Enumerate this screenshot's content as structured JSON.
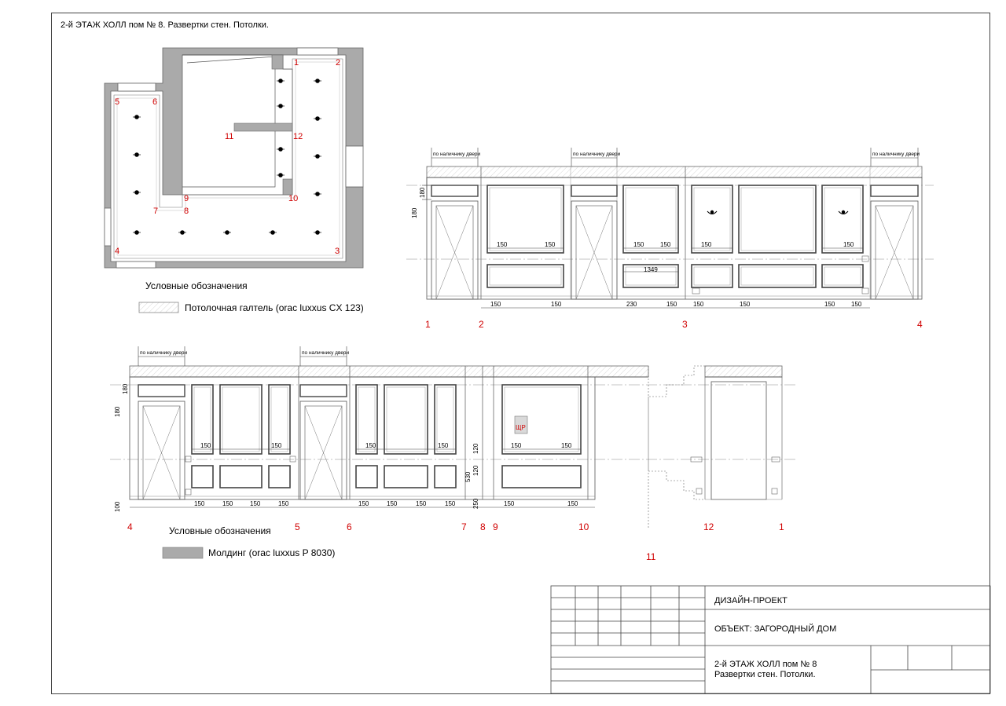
{
  "header": {
    "title": "2-й ЭТАЖ  ХОЛЛ пом № 8. Развертки стен. Потолки."
  },
  "plan": {
    "point_labels": [
      "1",
      "2",
      "3",
      "4",
      "5",
      "6",
      "7",
      "8",
      "9",
      "10",
      "11",
      "12"
    ]
  },
  "legend_top": {
    "title": "Условные обозначения",
    "item": "Потолочная галтель (orac luxxus CX 123)"
  },
  "legend_bottom": {
    "title": "Условные обозначения",
    "item": "Молдинг (orac luxxus P 8030)"
  },
  "elevation_top": {
    "door_note": "по наличнику двери",
    "dim_180": "180",
    "dim_150": "150",
    "dim_230": "230",
    "dim_1349": "1349",
    "axis_labels": [
      "1",
      "2",
      "3",
      "4"
    ]
  },
  "elevation_bottom": {
    "door_note": "по наличнику двери",
    "dim_180": "180",
    "dim_150": "150",
    "dim_100": "100",
    "dim_120": "120",
    "dim_530": "530",
    "dim_250": "250",
    "panel_tag": "ЩР",
    "axis_labels": [
      "4",
      "5",
      "6",
      "7",
      "8",
      "9",
      "10",
      "11",
      "12",
      "1"
    ]
  },
  "title_block": {
    "project": "ДИЗАЙН-ПРОЕКТ",
    "object": "ОБЪЕКТ: ЗАГОРОДНЫЙ ДОМ",
    "sheet_line1": "2-й ЭТАЖ  ХОЛЛ пом № 8",
    "sheet_line2": "Развертки стен. Потолки."
  }
}
